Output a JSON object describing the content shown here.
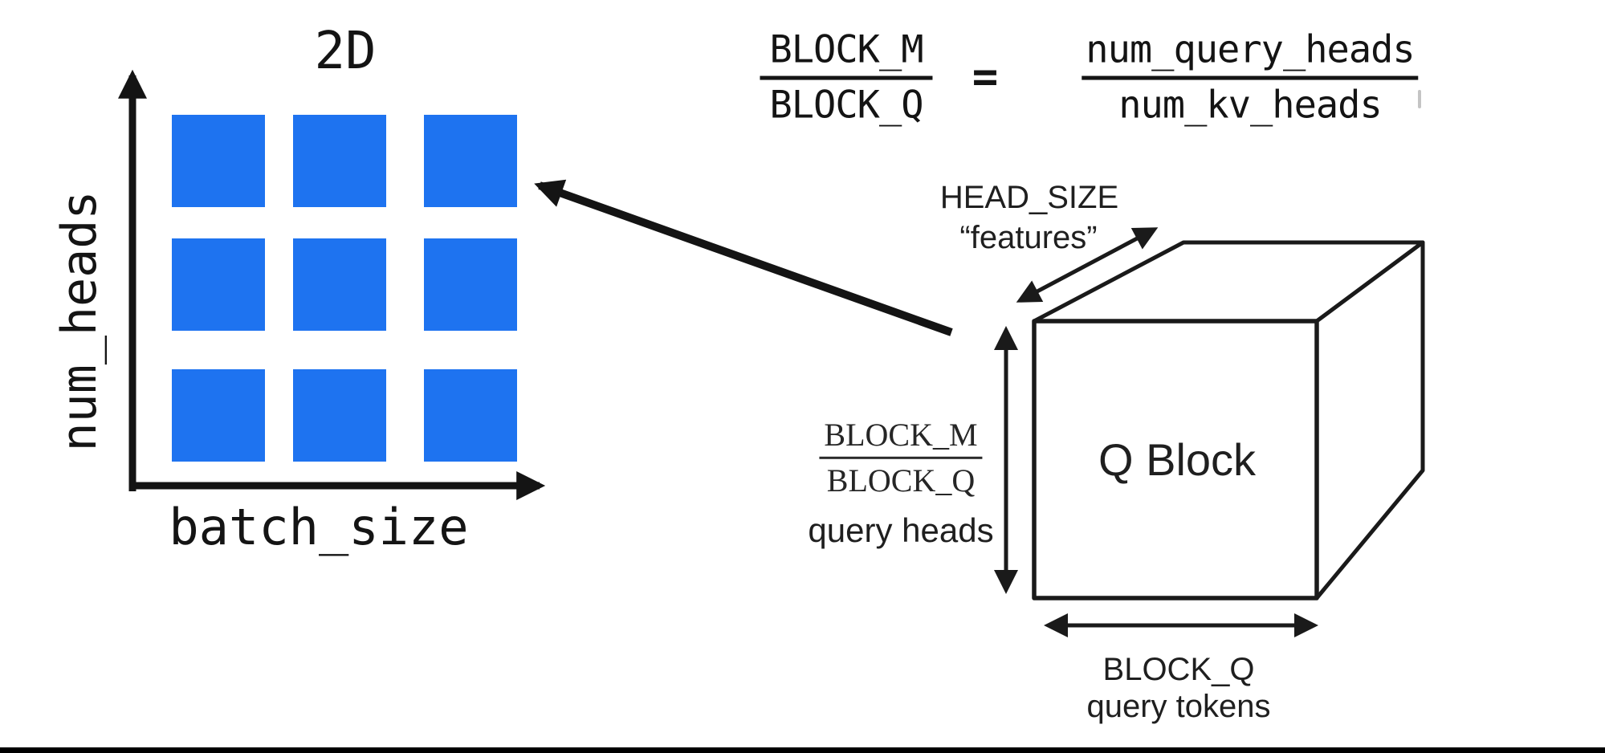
{
  "colors": {
    "block_blue": "#1E73F0",
    "ink": "#141414",
    "bottom_bar": "#000000",
    "cursor_gray": "#c4c4c4"
  },
  "left_chart": {
    "title": "2D",
    "y_axis_label": "num_heads",
    "x_axis_label": "batch_size",
    "grid": {
      "rows": 3,
      "cols": 3,
      "cell_color": "#1E73F0"
    }
  },
  "equation": {
    "lhs_numerator": "BLOCK_M",
    "lhs_denominator": "BLOCK_Q",
    "equals": "=",
    "rhs_numerator": "num_query_heads",
    "rhs_denominator": "num_kv_heads"
  },
  "cube": {
    "face_label": "Q Block",
    "depth_label_line1": "HEAD_SIZE",
    "depth_label_line2": "“features”",
    "height_fraction_numerator": "BLOCK_M",
    "height_fraction_denominator": "BLOCK_Q",
    "height_caption": "query heads",
    "width_label_line1": "BLOCK_Q",
    "width_label_line2": "query tokens"
  }
}
